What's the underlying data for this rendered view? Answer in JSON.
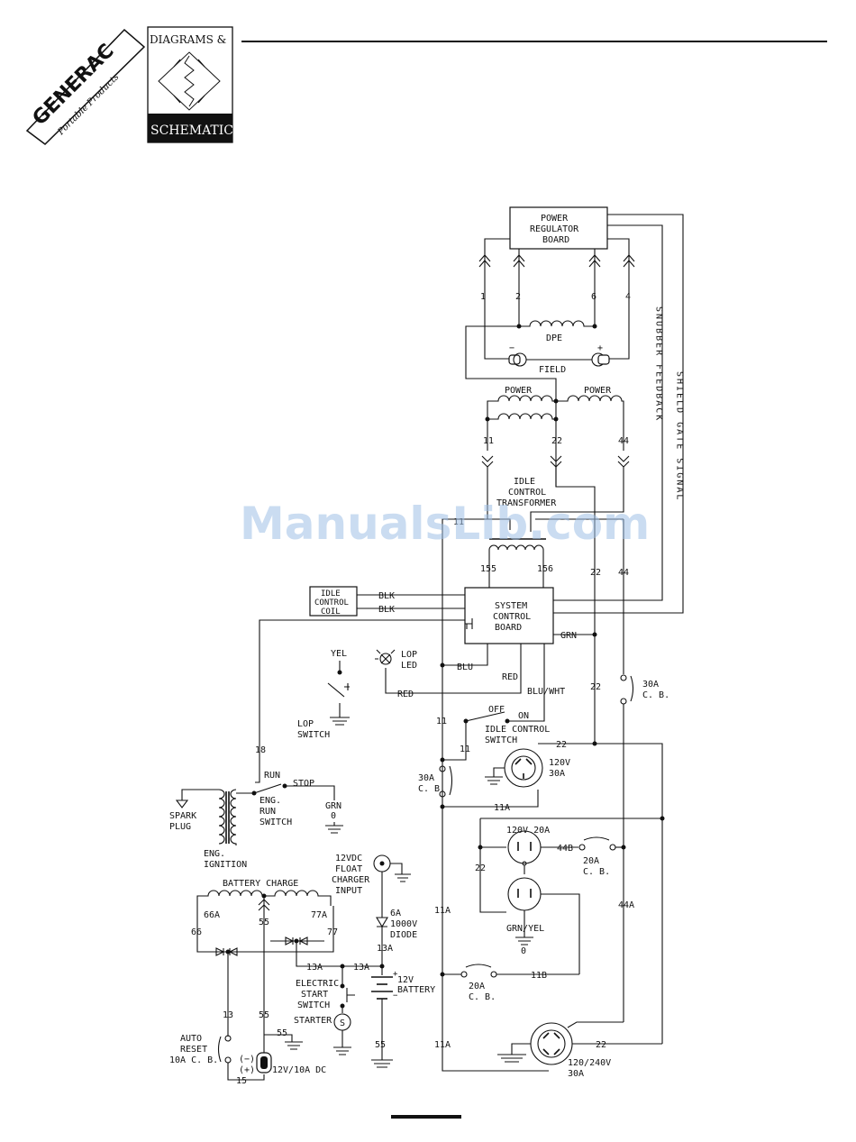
{
  "header": {
    "brand_name": "GENERAC",
    "brand_sub": "Portable Products",
    "section_top": "DIAGRAMS &",
    "section_bottom": "SCHEMATICS"
  },
  "watermark": "ManualsLib.com",
  "vertical_labels": {
    "snubber_feedback": "SNUBBER FEEDBACK",
    "shield_gate_signal": "SHIELD GATE SIGNAL"
  },
  "components": {
    "power_regulator_board": [
      "POWER",
      "REGULATOR",
      "BOARD"
    ],
    "dpe": "DPE",
    "field": "FIELD",
    "field_minus": "−",
    "field_plus": "+",
    "power_left": "POWER",
    "power_right": "POWER",
    "idle_transformer": [
      "IDLE",
      "CONTROL",
      "TRANSFORMER"
    ],
    "system_control_board": [
      "SYSTEM",
      "CONTROL",
      "BOARD"
    ],
    "idle_control_coil": [
      "IDLE",
      "CONTROL",
      "COIL"
    ],
    "lop_led": [
      "LOP",
      "LED"
    ],
    "lop_switch": [
      "LOP",
      "SWITCH"
    ],
    "idle_control_switch": [
      "IDLE CONTROL",
      "SWITCH"
    ],
    "off": "OFF",
    "on": "ON",
    "eng_run_switch": [
      "ENG.",
      "RUN",
      "SWITCH"
    ],
    "run": "RUN",
    "stop": "STOP",
    "spark_plug": [
      "SPARK",
      "PLUG"
    ],
    "eng_ignition": [
      "ENG.",
      "IGNITION"
    ],
    "battery_charge": "BATTERY CHARGE",
    "float_charger": [
      "12VDC",
      "FLOAT",
      "CHARGER",
      "INPUT"
    ],
    "diode": [
      "6A",
      "1000V",
      "DIODE"
    ],
    "battery": [
      "12V",
      "BATTERY"
    ],
    "electric_start_switch": [
      "ELECTRIC",
      "START",
      "SWITCH"
    ],
    "starter": "STARTER",
    "starter_symbol": "S",
    "auto_reset": [
      "AUTO",
      "RESET",
      "10A C. B."
    ],
    "dc_outlet": "12V/10A DC",
    "dc_minus": "(−)",
    "dc_plus": "(+)",
    "cb_30a_left": [
      "30A",
      "C. B."
    ],
    "cb_30a_right": [
      "30A",
      "C. B."
    ],
    "cb_20a_upper": [
      "20A",
      "C. B."
    ],
    "cb_20a_lower": [
      "20A",
      "C. B."
    ],
    "outlet_120_30": [
      "120V",
      "30A"
    ],
    "outlet_120_20": "120V 20A",
    "gfci_ground": [
      "GRN/YEL",
      "0"
    ],
    "outlet_240": [
      "120/240V",
      "30A"
    ],
    "grn_0": [
      "GRN",
      "0"
    ]
  },
  "wires": {
    "w1": "1",
    "w2": "2",
    "w6": "6",
    "w4": "4",
    "w11": "11",
    "w22": "22",
    "w44": "44",
    "w155": "155",
    "w156": "156",
    "blk": "BLK",
    "grn": "GRN",
    "blu": "BLU",
    "red": "RED",
    "blu_wht": "BLU/WHT",
    "yel": "YEL",
    "w18": "18",
    "w66a": "66A",
    "w55": "55",
    "w77a": "77A",
    "w66": "66",
    "w77": "77",
    "w13": "13",
    "w13a": "13A",
    "w15": "15",
    "w11a": "11A",
    "w11b": "11B",
    "w44a": "44A",
    "w44b": "44B"
  }
}
